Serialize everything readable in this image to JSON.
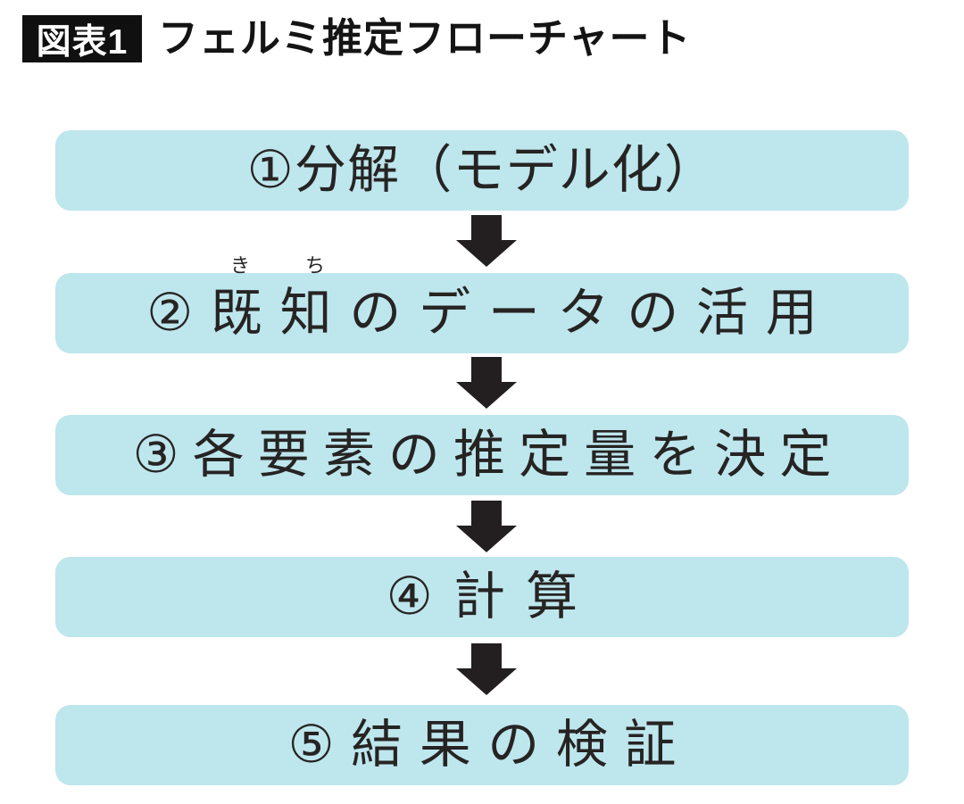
{
  "header": {
    "badge": "図表1",
    "title": "フェルミ推定フローチャート"
  },
  "flow": {
    "steps": [
      {
        "number": "①",
        "text": "①分解（モデル化）"
      },
      {
        "number": "②",
        "text": "②既知のデータの活用",
        "furigana": [
          "き",
          "ち"
        ]
      },
      {
        "number": "③",
        "text": "③各要素の推定量を決定"
      },
      {
        "number": "④",
        "text": "④計算"
      },
      {
        "number": "⑤",
        "text": "⑤結果の検証"
      }
    ]
  },
  "colors": {
    "box_fill": "#bee6ed",
    "arrow": "#231f20",
    "badge_background": "#101010",
    "badge_text": "#ffffff",
    "body_text": "#262423"
  }
}
